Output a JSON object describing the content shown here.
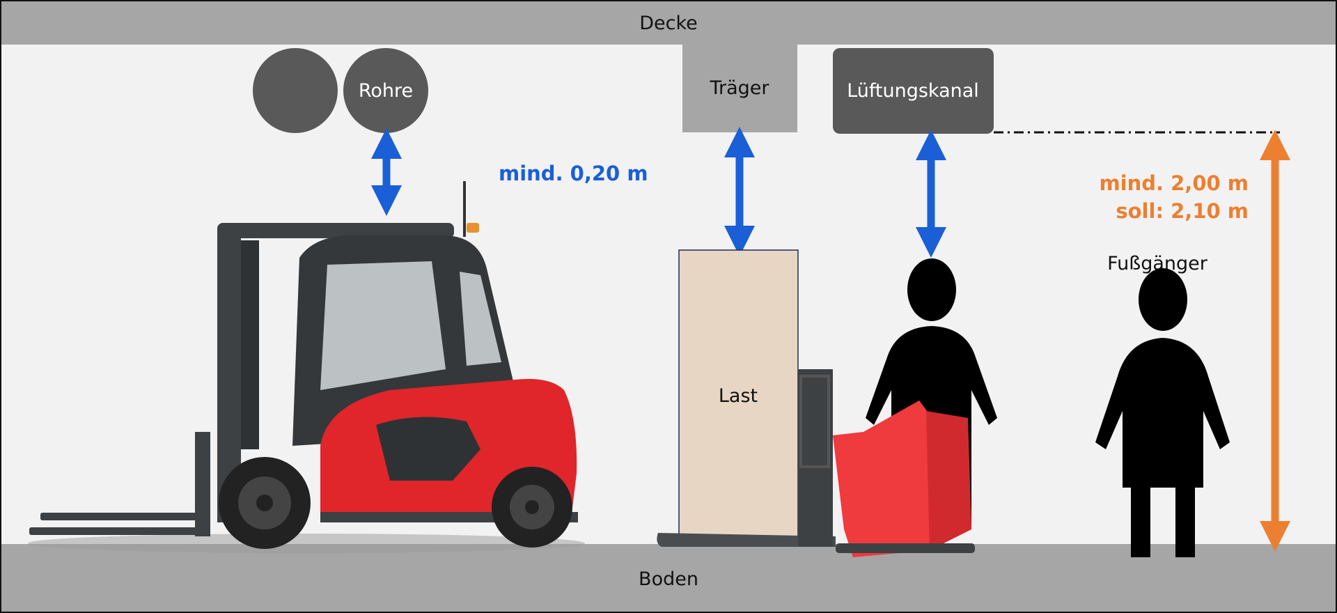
{
  "labels": {
    "ceiling": "Decke",
    "floor": "Boden",
    "pipes": "Rohre",
    "beam": "Träger",
    "duct": "Lüftungskanal",
    "load": "Last",
    "pedestrian": "Fußgänger"
  },
  "clearance": {
    "min_overhead": "mind. 0,20 m",
    "min_walkway": "mind. 2,00 m",
    "target_walkway": "soll: 2,10 m"
  },
  "colors": {
    "background": "#f2f2f2",
    "structure": "#a6a6a6",
    "dark_element": "#595959",
    "blue_arrow": "#1a5fd6",
    "orange_arrow": "#ec7f30",
    "load": "#e8d6c4",
    "vehicle_red": "#e0262a"
  }
}
